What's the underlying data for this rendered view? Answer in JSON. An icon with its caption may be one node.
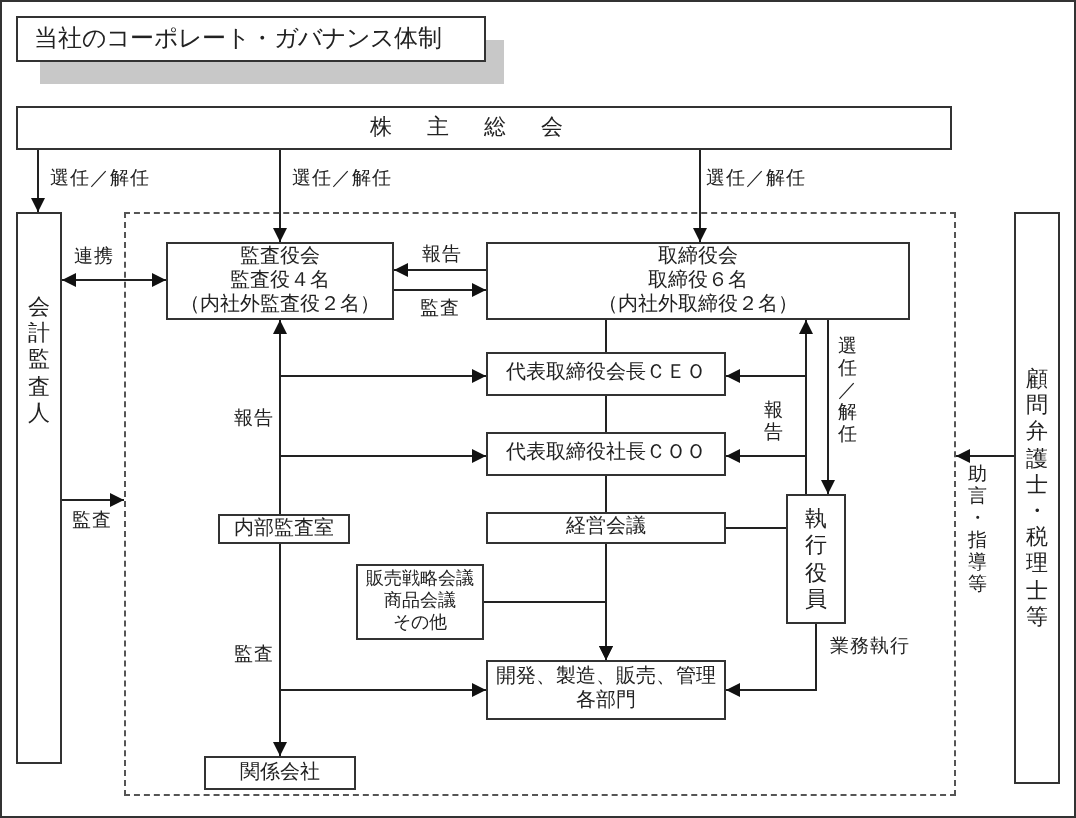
{
  "diagram": {
    "title": "当社のコーポレート・ガバナンス体制",
    "nodes": [
      {
        "text": [
          "株主総会"
        ]
      },
      {
        "text": [
          "会計監査人"
        ]
      },
      {
        "text": [],
        "shape": "box"
      },
      {
        "text": [
          "監査役会",
          "監査役４名",
          "（内社外監査役２名）"
        ],
        "in": 2
      },
      {
        "text": [
          "取締役会",
          "取締役６名",
          "（内社外取締役２名）"
        ],
        "in": 2
      },
      {
        "text": [
          "代表取締役会長ＣＥＯ"
        ],
        "in": 2
      },
      {
        "text": [
          "代表取締役社長ＣＯＯ"
        ],
        "in": 2
      },
      {
        "text": [
          "経営会議"
        ],
        "in": 2
      },
      {
        "text": [
          "内部監査室"
        ],
        "in": 2
      },
      {
        "text": [
          "販売戦略会議",
          "商品会議",
          "その他"
        ],
        "in": 2
      },
      {
        "text": [
          "開発、製造、販売、管理各部門"
        ],
        "in": 2
      },
      {
        "text": [
          "関係会社"
        ],
        "in": 2
      },
      {
        "text": [
          "執行役員"
        ],
        "in": 2
      },
      {
        "text": [
          "顧問弁護士・税理士等"
        ]
      }
    ],
    "edges": [
      {
        "from": 0,
        "to": 1,
        "arrow": "to",
        "label": "選任／解任"
      },
      {
        "from": 0,
        "to": 3,
        "arrow": "to",
        "label": "選任／解任"
      },
      {
        "from": 0,
        "to": 4,
        "arrow": "to",
        "label": "選任／解任"
      },
      {
        "from": 1,
        "to": 3,
        "arrow": "both",
        "label": "連携"
      },
      {
        "from": 4,
        "to": 3,
        "arrow": "to",
        "label": "報告"
      },
      {
        "from": 3,
        "to": 4,
        "arrow": "to",
        "label": "監査"
      },
      {
        "from": 1,
        "to": 2,
        "arrow": "to",
        "label": "監査"
      },
      {
        "from": 13,
        "to": 2,
        "arrow": "to",
        "label": "助言・指導等"
      },
      {
        "from": 8,
        "to": 3,
        "arrow": "to",
        "label": "報告"
      },
      {
        "from": 8,
        "to": 5,
        "arrow": "to"
      },
      {
        "from": 8,
        "to": 6,
        "arrow": "to"
      },
      {
        "from": 8,
        "to": 11,
        "arrow": "to",
        "label": "監査"
      },
      {
        "from": 8,
        "to": 10,
        "arrow": "to"
      },
      {
        "from": 4,
        "to": 5,
        "arrow": "none"
      },
      {
        "from": 5,
        "to": 6,
        "arrow": "none"
      },
      {
        "from": 6,
        "to": 7,
        "arrow": "none"
      },
      {
        "from": 7,
        "to": 10,
        "arrow": "to"
      },
      {
        "from": 9,
        "to": 10,
        "arrow": "to"
      },
      {
        "from": 12,
        "to": 4,
        "arrow": "to",
        "label": "報告"
      },
      {
        "from": 12,
        "to": 5,
        "arrow": "to"
      },
      {
        "from": 12,
        "to": 6,
        "arrow": "to"
      },
      {
        "from": 4,
        "to": 12,
        "arrow": "to",
        "label": "選任／解任"
      },
      {
        "from": 12,
        "to": 7,
        "arrow": "none"
      },
      {
        "from": 12,
        "to": 10,
        "arrow": "to",
        "label": "業務執行"
      }
    ]
  }
}
